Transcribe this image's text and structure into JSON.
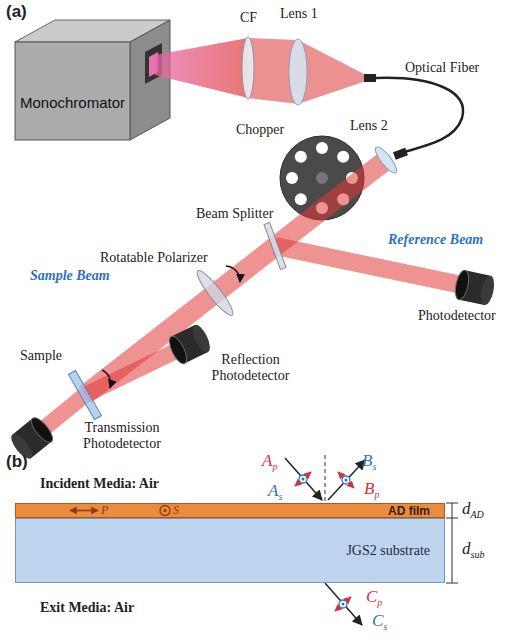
{
  "diagram": {
    "nodes": [
      {
        "text": [
          "Monochromator"
        ]
      },
      {
        "text": [
          "AD film"
        ]
      },
      {
        "text": [
          "JGS2 substrate"
        ]
      }
    ],
    "labels": [
      "(a)",
      "CF",
      "Lens 1",
      "Optical Fiber",
      "Lens 2",
      "Chopper",
      "Beam Splitter",
      "Reference Beam",
      "Rotatable Polarizer",
      "Photodetector",
      "Sample Beam",
      "Sample",
      "Reflection Photodetector",
      "Transmission Photodetector",
      "(b)",
      "Ap",
      "Bs",
      "As",
      "Bp",
      "Incident Media: Air",
      "P",
      "S",
      "dAD",
      "dsub",
      "Exit Media: Air",
      "Cp",
      "Cs"
    ]
  }
}
